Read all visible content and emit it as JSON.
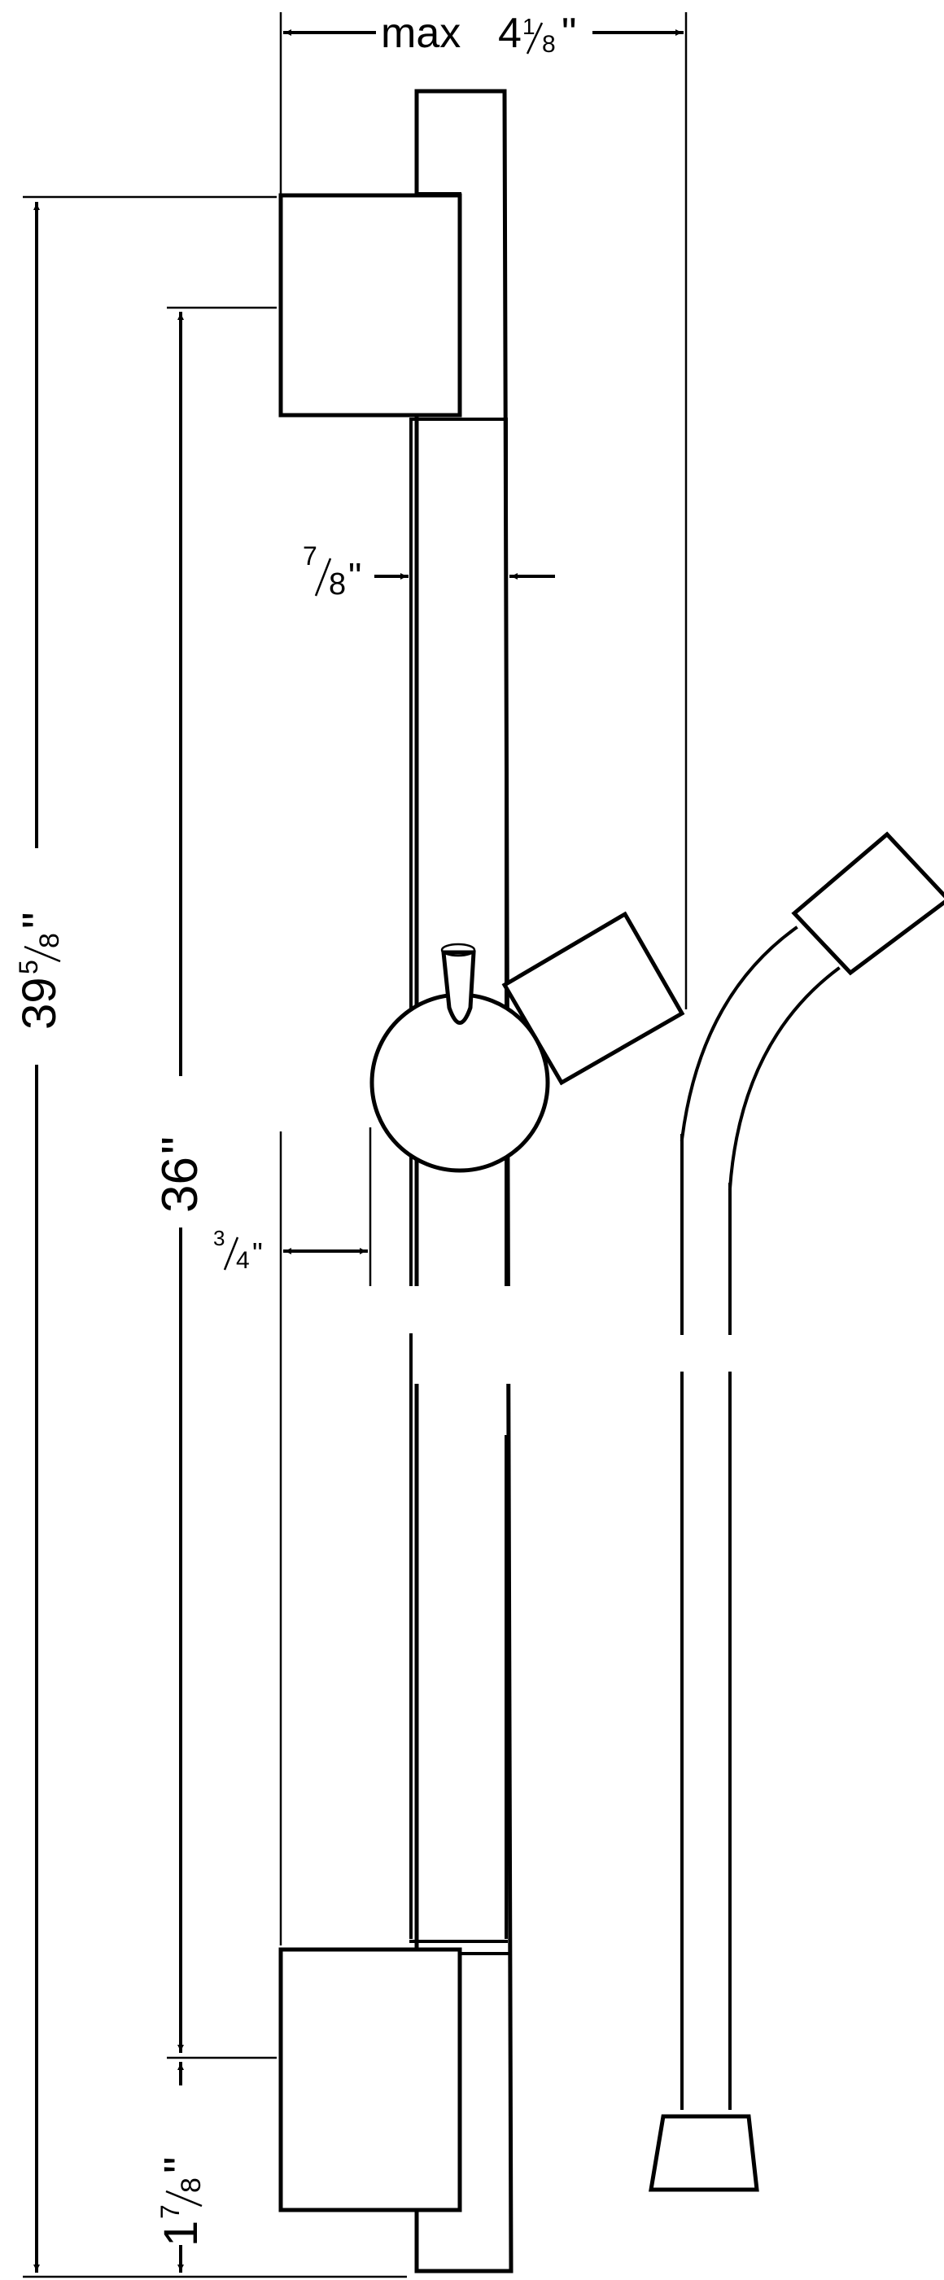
{
  "dimensions": {
    "max_width": {
      "prefix": "max",
      "whole": "4",
      "frac_num": "1",
      "frac_den": "8",
      "unit": "\""
    },
    "overall_height": {
      "whole": "39",
      "frac_num": "5",
      "frac_den": "8",
      "unit": "\""
    },
    "bracket_spacing": {
      "value": "36",
      "unit": "\""
    },
    "rail_diameter": {
      "frac_num": "7",
      "frac_den": "8",
      "unit": "\""
    },
    "wall_clearance": {
      "frac_num": "3",
      "frac_den": "4",
      "unit": "\""
    },
    "bottom_offset": {
      "whole": "1",
      "frac_num": "7",
      "frac_den": "8",
      "unit": "\""
    }
  },
  "colors": {
    "line": "#000000",
    "background": "#ffffff"
  }
}
